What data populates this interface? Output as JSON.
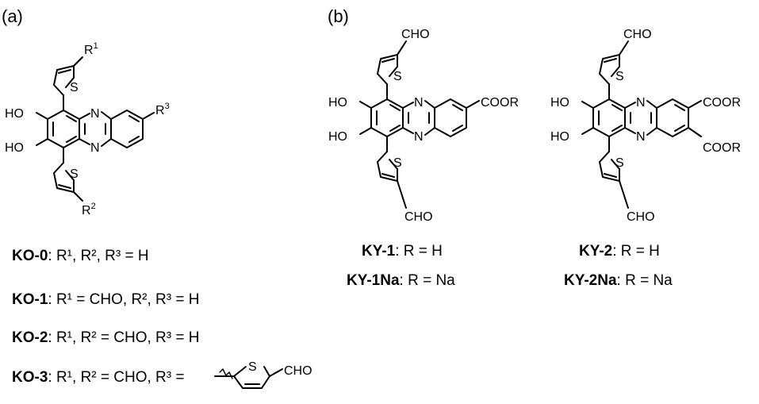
{
  "panels": {
    "a": "(a)",
    "b": "(b)"
  },
  "atoms": {
    "N": "N",
    "S": "S",
    "HO": "HO",
    "R": "R",
    "sup1": "1",
    "sup2": "2",
    "sup3": "3",
    "CHO": "CHO",
    "COOR": "COOR"
  },
  "captions_a": [
    {
      "name": "KO-0",
      "text": ": R¹, R², R³ = H"
    },
    {
      "name": "KO-1",
      "text": ": R¹ = CHO, R², R³ = H"
    },
    {
      "name": "KO-2",
      "text": ": R¹, R² = CHO, R³ = H"
    },
    {
      "name": "KO-3",
      "text": ": R¹, R² = CHO, R³ ="
    }
  ],
  "captions_b": [
    {
      "name": "KY-1",
      "text": ": R = H"
    },
    {
      "name": "KY-1Na",
      "text": ": R = Na"
    },
    {
      "name": "KY-2",
      "text": ": R = H"
    },
    {
      "name": "KY-2Na",
      "text": ": R = Na"
    }
  ]
}
